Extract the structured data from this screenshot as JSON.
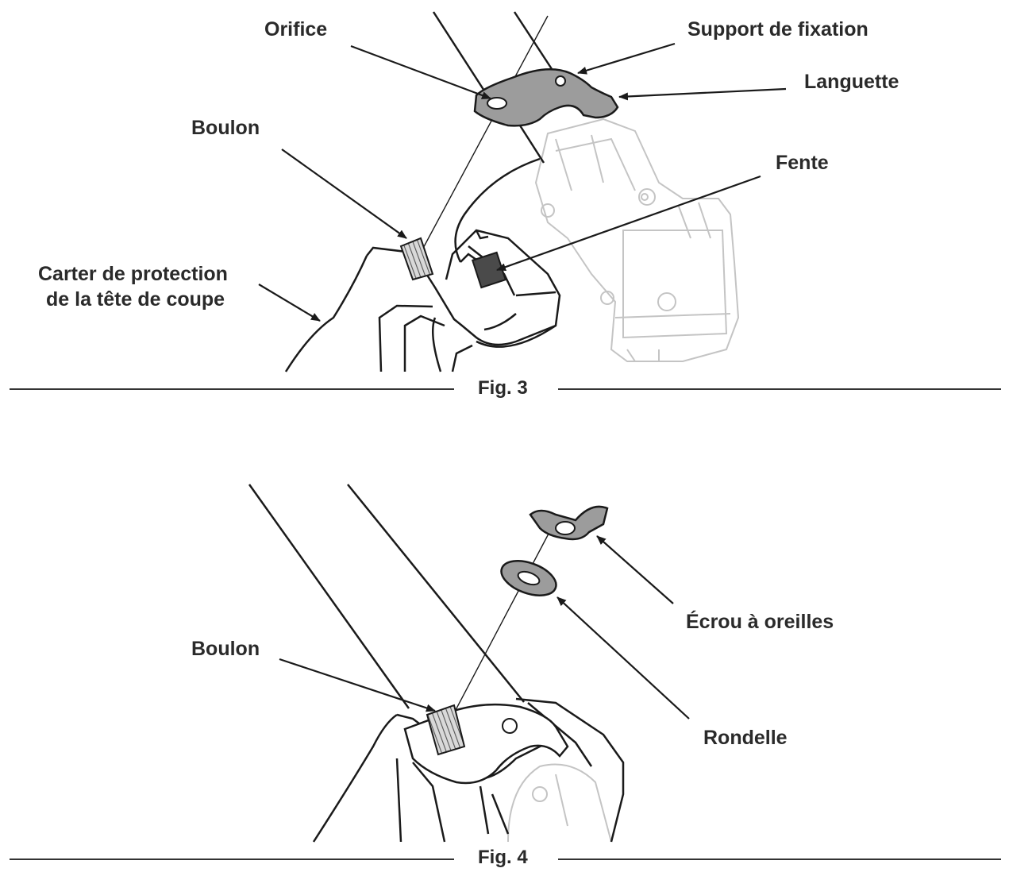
{
  "fig3": {
    "caption": "Fig. 3",
    "labels": {
      "orifice": "Orifice",
      "support": "Support de fixation",
      "languette": "Languette",
      "boulon": "Boulon",
      "fente": "Fente",
      "carter_line1": "Carter de protection",
      "carter_line2": "de la tête de coupe"
    }
  },
  "fig4": {
    "caption": "Fig. 4",
    "labels": {
      "boulon": "Boulon",
      "ecrou": "Écrou à oreilles",
      "rondelle": "Rondelle"
    }
  },
  "colors": {
    "ink": "#1a1a1a",
    "part_fill": "#9c9c9c",
    "ghost": "#c4c4c4"
  }
}
